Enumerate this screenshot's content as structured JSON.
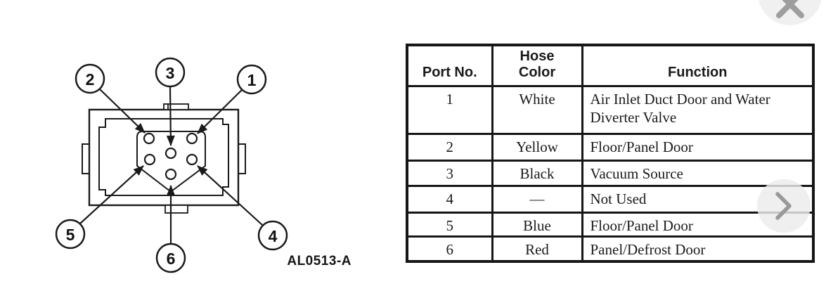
{
  "viewer": {
    "close_icon": "x-icon",
    "next_icon": "chevron-right-icon",
    "overlay_circle_color": "#efefef",
    "icon_gray": "#9e9e9e"
  },
  "diagram": {
    "caption": "AL0513-A",
    "description": "Six-port vacuum harness connector, face view",
    "callout_labels": [
      "1",
      "2",
      "3",
      "4",
      "5",
      "6"
    ],
    "ink_color": "#1a1a1a"
  },
  "table": {
    "headers": [
      "Port No.",
      "Hose\nColor",
      "Function"
    ],
    "rows": [
      {
        "port": "1",
        "hose": "White",
        "function": "Air Inlet Duct Door and Water Diverter Valve"
      },
      {
        "port": "2",
        "hose": "Yellow",
        "function": "Floor/Panel Door"
      },
      {
        "port": "3",
        "hose": "Black",
        "function": "Vacuum Source"
      },
      {
        "port": "4",
        "hose": "—",
        "function": "Not Used"
      },
      {
        "port": "5",
        "hose": "Blue",
        "function": "Floor/Panel Door"
      },
      {
        "port": "6",
        "hose": "Red",
        "function": "Panel/Defrost Door"
      }
    ]
  }
}
